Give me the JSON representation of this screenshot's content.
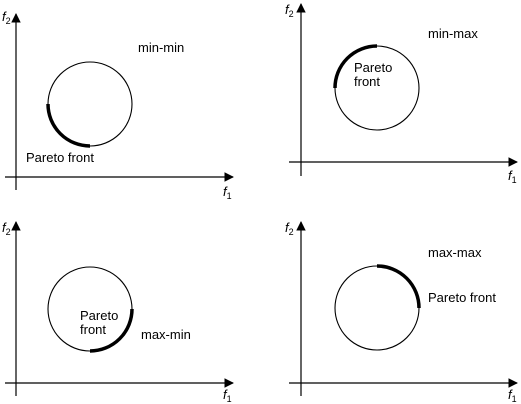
{
  "colors": {
    "ink": "#000000",
    "background": "#ffffff"
  },
  "panels": [
    {
      "case_label": "min-min",
      "front_label": [
        "Pareto front"
      ],
      "x_axis": {
        "symbol": "f",
        "subscript": "1"
      },
      "y_axis": {
        "symbol": "f",
        "subscript": "2"
      }
    },
    {
      "case_label": "min-max",
      "front_label": [
        "Pareto",
        "front"
      ],
      "x_axis": {
        "symbol": "f",
        "subscript": "1"
      },
      "y_axis": {
        "symbol": "f",
        "subscript": "2"
      }
    },
    {
      "case_label": "max-min",
      "front_label": [
        "Pareto",
        "front"
      ],
      "x_axis": {
        "symbol": "f",
        "subscript": "1"
      },
      "y_axis": {
        "symbol": "f",
        "subscript": "2"
      }
    },
    {
      "case_label": "max-max",
      "front_label": [
        "Pareto front"
      ],
      "x_axis": {
        "symbol": "f",
        "subscript": "1"
      },
      "y_axis": {
        "symbol": "f",
        "subscript": "2"
      }
    }
  ]
}
